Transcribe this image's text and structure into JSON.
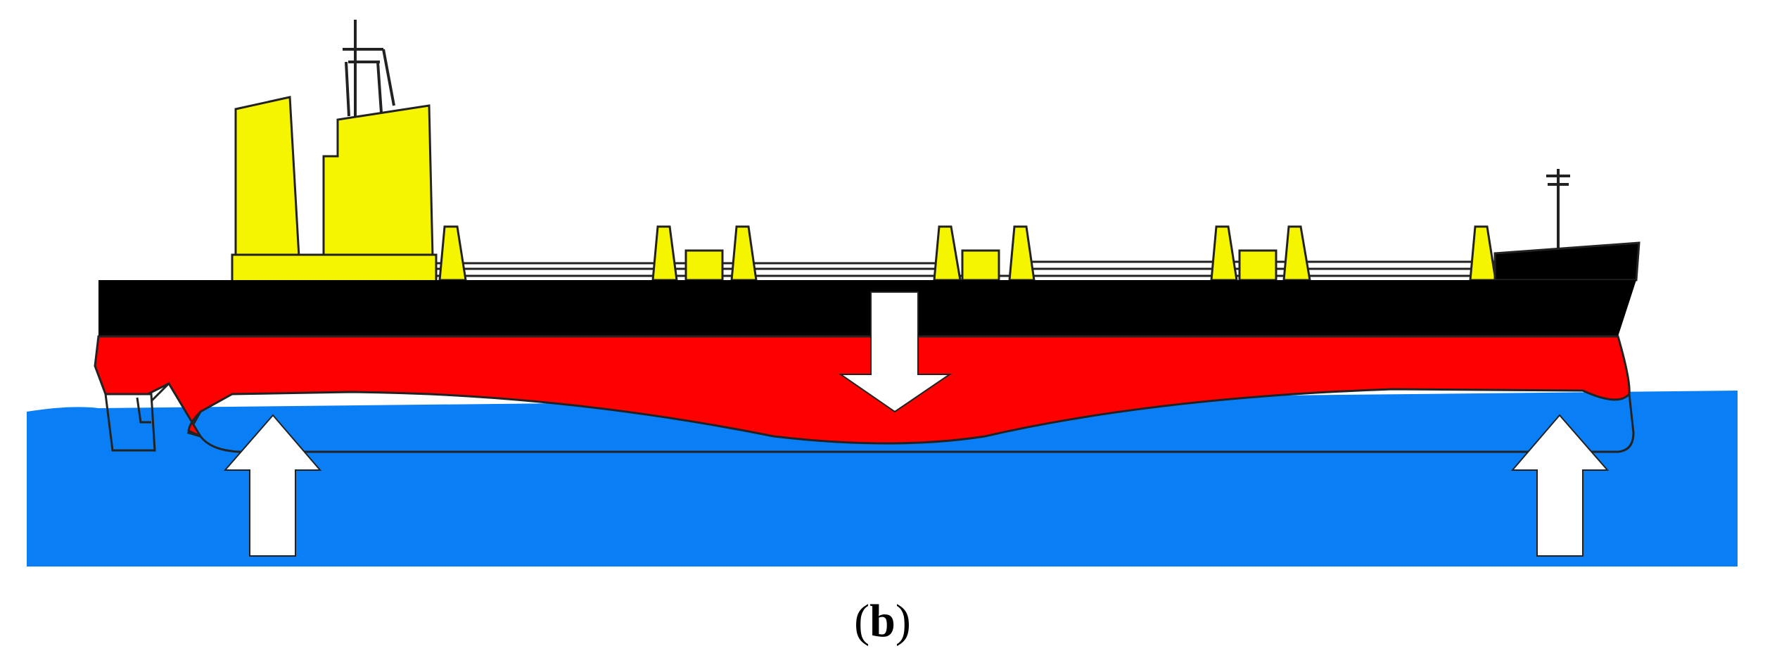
{
  "diagram": {
    "caption": {
      "open": "(",
      "letter": "b",
      "close": ")"
    },
    "colors": {
      "water": "#0a7ff5",
      "hull_bottom": "#ff0000",
      "hull_top": "#000000",
      "superstructure": "#f5f500",
      "arrow_fill": "#ffffff",
      "outline": "#222222"
    },
    "forces": [
      {
        "name": "buoyancy-aft",
        "direction": "up"
      },
      {
        "name": "weight-midship",
        "direction": "down"
      },
      {
        "name": "buoyancy-forward",
        "direction": "up"
      }
    ]
  }
}
